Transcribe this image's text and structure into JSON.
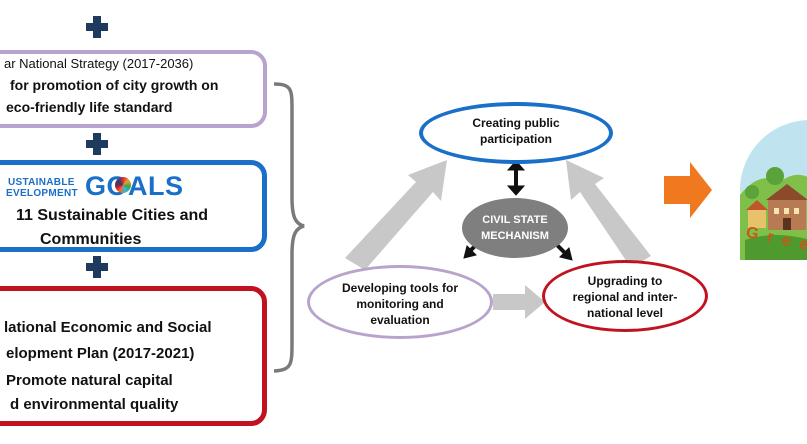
{
  "left": {
    "box1": {
      "line1": "ar National Strategy (2017-2036)",
      "line2": "for promotion of city growth on",
      "line3": "eco-friendly life standard"
    },
    "box2": {
      "logo_left_top": "USTAINABLE",
      "logo_left_bottom": "EVELOPMENT",
      "logo_goals": "GOALS",
      "line1": "11  Sustainable Cities and",
      "line2": "Communities"
    },
    "box3": {
      "line1": "lational Economic and Social",
      "line2": "elopment Plan (2017-2021)",
      "line3": "Promote natural capital",
      "line4": "d environmental quality"
    }
  },
  "center": {
    "mechanism": "CIVIL STATE MECHANISM",
    "top": "Creating public participation",
    "left": "Developing  tools for monitoring and evaluation",
    "right": "Upgrading to regional and inter-national level"
  },
  "right": {
    "green_text": "Green"
  },
  "colors": {
    "purple": "#b7a3cc",
    "blue": "#1a6fc9",
    "red": "#c1121f",
    "navy": "#1f3a5f",
    "orange": "#f0781e",
    "gray_arrow": "#c8c8c8",
    "mechanism_gray": "#7f7f7f"
  }
}
